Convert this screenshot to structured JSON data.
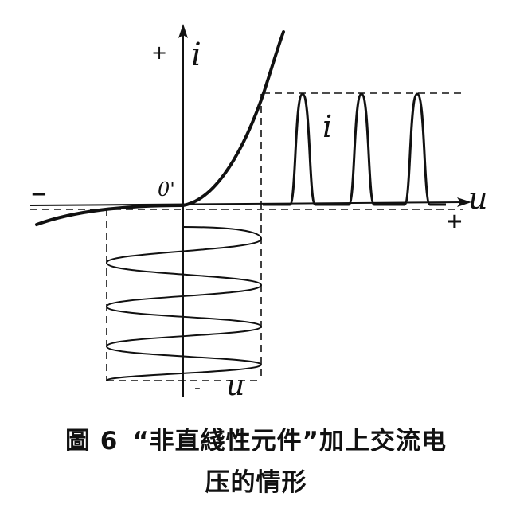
{
  "diagram": {
    "axis_labels": {
      "current": "i",
      "voltage": "u",
      "origin": "0'",
      "plus_top": "+",
      "plus_right": "+",
      "minus_left": "−",
      "u_bottom_minus": "-",
      "u_bottom": "u",
      "current_wave": "i"
    },
    "caption": {
      "figure_number": "圖 6",
      "line1": "“非直綫性元件”加上交流电",
      "line2": "压的情形"
    },
    "colors": {
      "ink": "#111111",
      "paper": "#ffffff"
    }
  }
}
